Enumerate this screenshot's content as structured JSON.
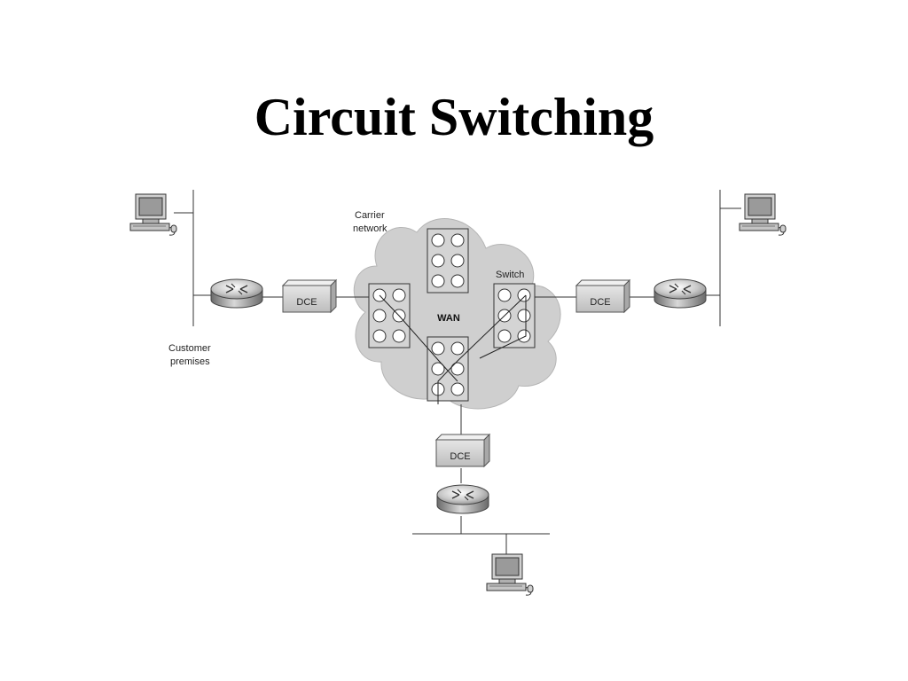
{
  "slide": {
    "title": "Circuit Switching"
  },
  "diagram": {
    "carrier_label_line1": "Carrier",
    "carrier_label_line2": "network",
    "customer_label_line1": "Customer",
    "customer_label_line2": "premises",
    "switch_label": "Switch",
    "wan_label": "WAN",
    "dce_label": "DCE",
    "icons": {
      "computer": "computer-icon",
      "router": "router-icon",
      "dce": "dce-box",
      "switch": "switch-icon",
      "cloud": "cloud-icon"
    }
  }
}
